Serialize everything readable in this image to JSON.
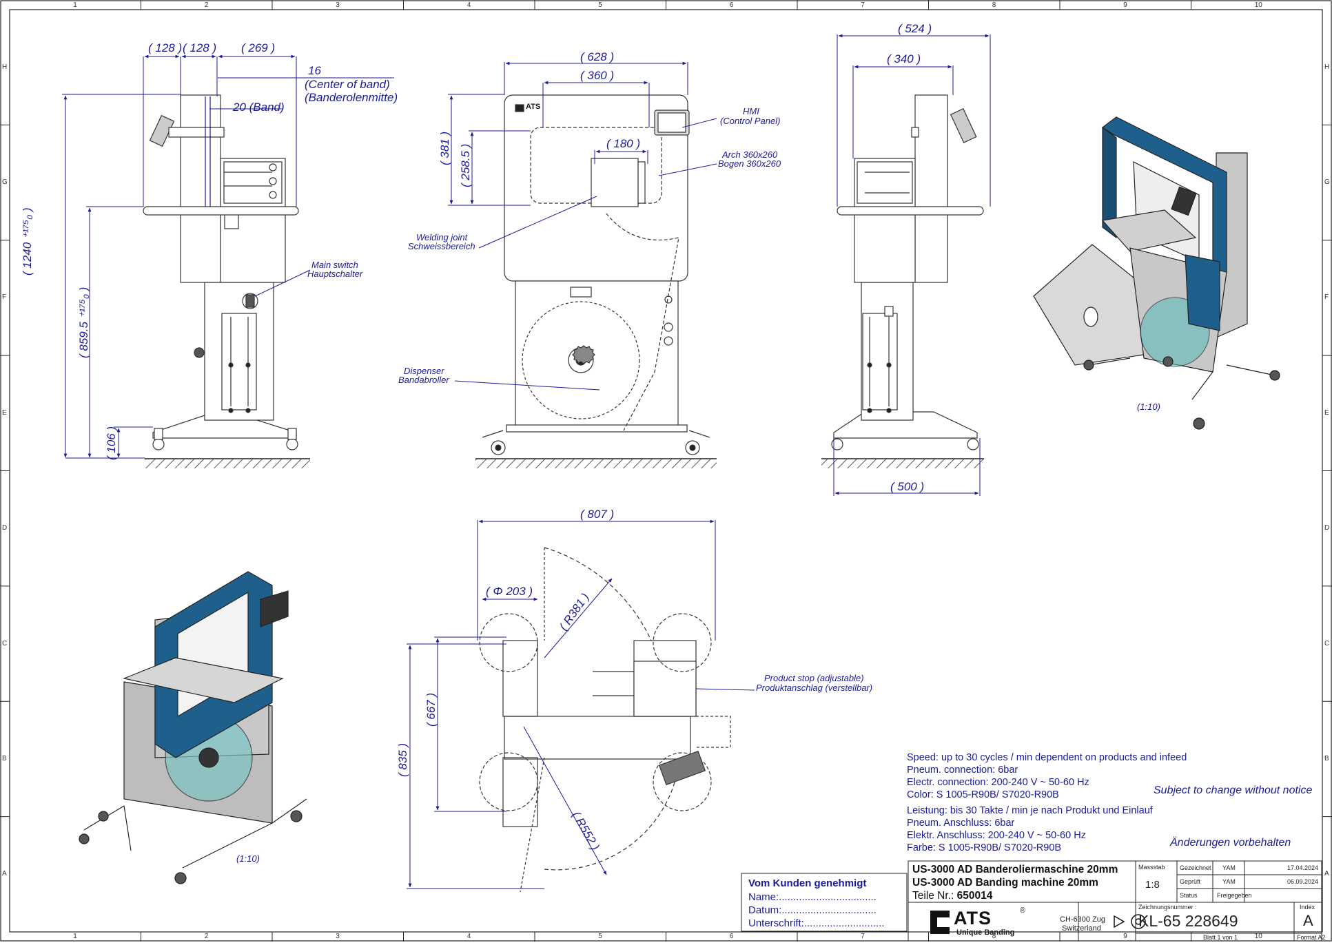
{
  "border": {
    "columns": [
      "1",
      "2",
      "3",
      "4",
      "5",
      "6",
      "7",
      "8",
      "9",
      "10"
    ],
    "rows": [
      "H",
      "G",
      "F",
      "E",
      "D",
      "C",
      "B",
      "A"
    ]
  },
  "views": {
    "side_left": {
      "dim_128_a": "( 128 )",
      "dim_128_b": "( 128 )",
      "dim_269": "( 269 )",
      "dim_16": "16",
      "center_of_band": "(Center of band)",
      "banderolenmitte": "(Banderolenmitte)",
      "band_20": "20 (Band)",
      "height_1240": "( 1240 ⁺¹⁷⁵₀ )",
      "height_859": "( 859.5 ⁺¹⁷⁵₀ )",
      "height_106": "( 106 )",
      "main_switch_en": "Main switch",
      "main_switch_de": "Hauptschalter"
    },
    "front": {
      "dim_628": "( 628 )",
      "dim_360": "( 360 )",
      "dim_180": "( 180 )",
      "dim_381": "( 381 )",
      "dim_258": "( 258.5 )",
      "hmi_en": "HMI",
      "hmi_de": "(Control Panel)",
      "arch_en": "Arch 360x260",
      "arch_de": "Bogen 360x260",
      "weld_en": "Welding joint",
      "weld_de": "Schweissbereich",
      "disp_en": "Dispenser",
      "disp_de": "Bandabroller",
      "logo": "ATS"
    },
    "side_right": {
      "dim_524": "( 524 )",
      "dim_340": "( 340 )",
      "dim_500": "( 500 )"
    },
    "iso_right_scale": "(1:10)",
    "iso_left_scale": "(1:10)",
    "top": {
      "dim_807": "( 807 )",
      "dim_203": "( Φ 203 )",
      "dim_R381": "( R381 )",
      "dim_R552": "( R552 )",
      "dim_667": "( 667 )",
      "dim_835": "( 835 )",
      "stop_en": "Product stop (adjustable)",
      "stop_de": "Produktanschlag (verstellbar)"
    }
  },
  "specs": {
    "en": [
      "Speed: up to 30 cycles / min dependent on products and infeed",
      "Pneum. connection: 6bar",
      "Electr. connection: 200-240 V ~ 50-60 Hz",
      "Color: S 1005-R90B/ S7020-R90B"
    ],
    "de": [
      "Leistung: bis 30 Takte / min je nach Produkt und Einlauf",
      "Pneum. Anschluss: 6bar",
      "Elektr. Anschluss: 200-240 V ~ 50-60 Hz",
      "Farbe: S 1005-R90B/ S7020-R90B"
    ],
    "change_en": "Subject to change without notice",
    "change_de": "Änderungen vorbehalten"
  },
  "approval": {
    "title": "Vom Kunden genehmigt",
    "name": "Name:..................................",
    "datum": "Datum:.................................",
    "unterschrift": "Unterschrift:............................"
  },
  "title_block": {
    "title_de": "US-3000 AD Banderoliermaschine 20mm",
    "title_en": "US-3000 AD Banding machine 20mm",
    "part_label": "Teile Nr.: ",
    "part_no": "650014",
    "scale_label": "Massstab",
    "scale": "1:8",
    "drawn_label": "Gezeichnet",
    "drawn_by": "YAM",
    "drawn_date": "17.04.2024",
    "checked_label": "Geprüft",
    "checked_by": "YAM",
    "checked_date": "06.09.2024",
    "status_label": "Status",
    "status": "Freigegeben",
    "drawing_no_label": "Zeichnungsnummer :",
    "drawing_no": "KL-65 228649",
    "index_label": "Index",
    "index": "A",
    "sheet": "Blatt 1 von 1",
    "format": "Format A2",
    "company": "ATS",
    "company_reg": "®",
    "tagline": "Unique Banding",
    "address_1": "CH-6300 Zug",
    "address_2": "Switzerland"
  },
  "colors": {
    "ink": "#1a1a9c",
    "machine_blue": "#1f5f8b",
    "frame_grey": "#c8c8c8"
  }
}
